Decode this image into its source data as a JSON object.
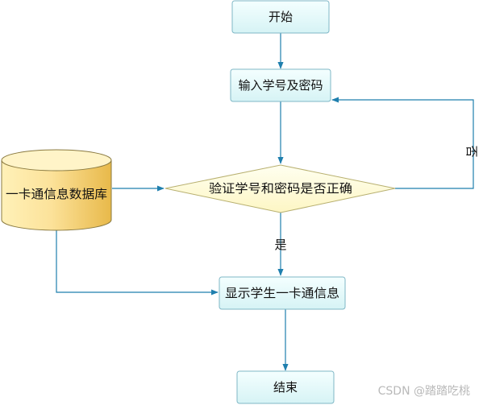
{
  "diagram": {
    "nodes": {
      "start": "开始",
      "input": "输入学号及密码",
      "verify": "验证学号和密码是否正确",
      "database": "一卡通信息数据库",
      "display": "显示学生一卡通信息",
      "end": "结束"
    },
    "edges": {
      "yes": "是",
      "no": "否"
    }
  },
  "watermark": "CSDN @踏踏吃桃",
  "colors": {
    "process_fill": "#e6fbfb",
    "process_stroke": "#7fb7c6",
    "decision_fill": "#fffbd8",
    "decision_stroke": "#b8b070",
    "database_fill": "#f9d97e",
    "database_stroke": "#8a7a40",
    "connector": "#1f7fae"
  }
}
